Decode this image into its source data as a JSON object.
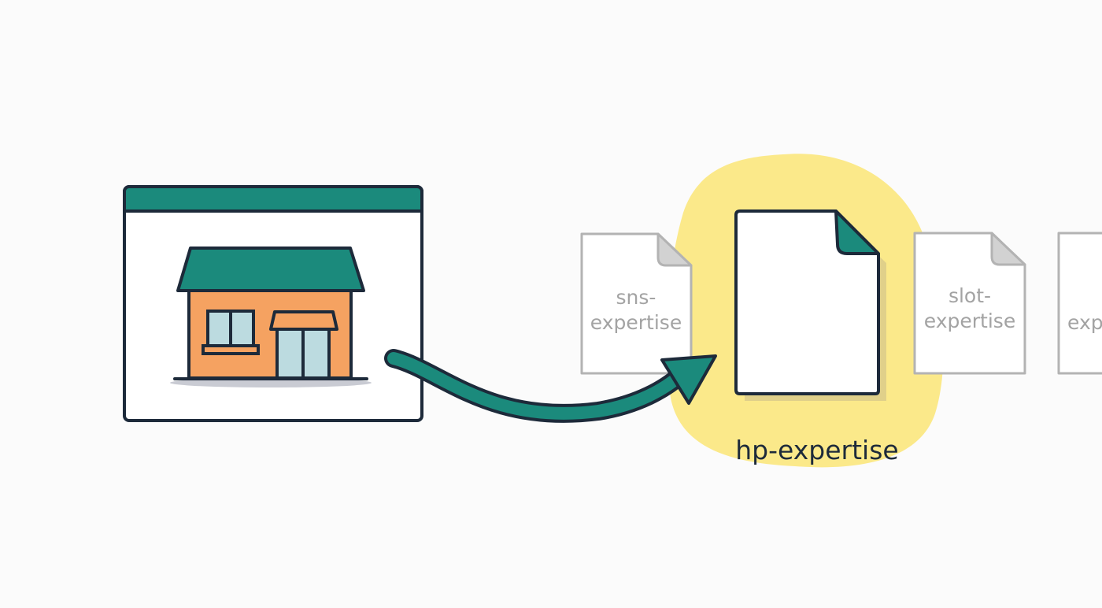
{
  "colors": {
    "background": "#fbfbfb",
    "teal": "#1b8a7c",
    "outline": "#1d2a3a",
    "house_wall": "#f5a261",
    "window_glass": "#bcdbe0",
    "highlight": "#fbe98a",
    "doc_grey": "#b3b3b3",
    "doc_fold_grey": "#d2d2d2"
  },
  "icons": {
    "browser": "browser-window-icon",
    "house": "storefront-house-icon",
    "arrow": "curved-arrow-icon",
    "document": "document-icon"
  },
  "documents": {
    "main": {
      "label": "hp-expertise"
    },
    "sns": {
      "label_line1": "sns-",
      "label_line2": "expertise"
    },
    "slot": {
      "label_line1": "slot-",
      "label_line2": "expertise"
    },
    "partial": {
      "label_line1": "exp"
    }
  }
}
